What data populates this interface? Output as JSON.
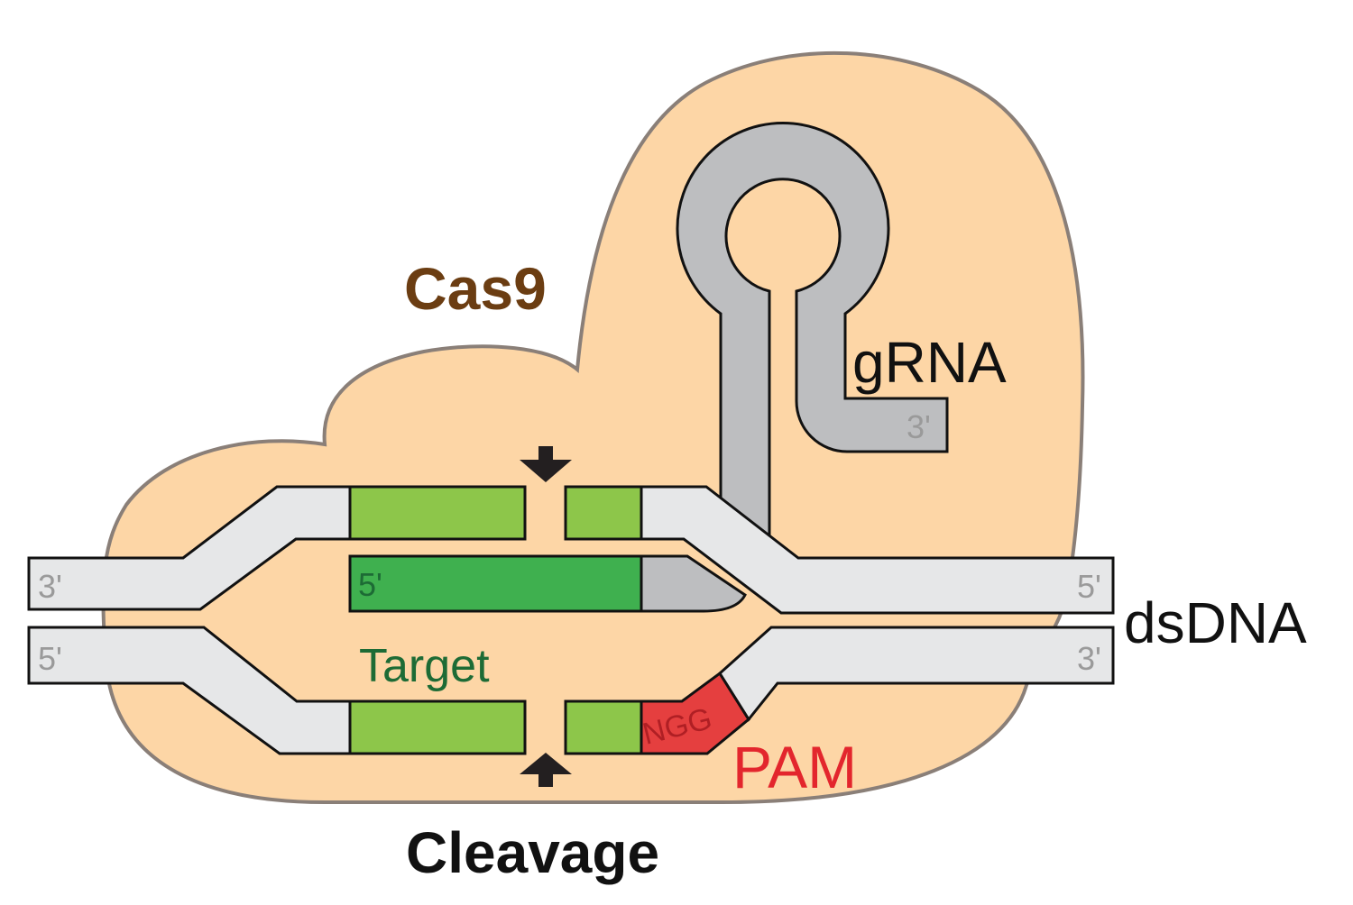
{
  "labels": {
    "cas9": "Cas9",
    "grna": "gRNA",
    "dsdna": "dsDNA",
    "target": "Target",
    "pam": "PAM",
    "ngg": "NGG",
    "cleavage": "Cleavage"
  },
  "ends": {
    "grna_3": "3'",
    "top_left": "3'",
    "top_right": "5'",
    "bottom_left": "5'",
    "bottom_right": "3'",
    "target_rna_5": "5'"
  },
  "colors": {
    "cas9_fill": "#fdd6a6",
    "cas9_stroke": "#8a7f78",
    "cas9_text": "#6b3d12",
    "grna_fill": "#bdbec0",
    "dna_fill": "#e6e7e8",
    "target_light": "#8dc64a",
    "target_dark": "#3fb04f",
    "target_text": "#1d6b35",
    "pam_fill": "#e53f3f",
    "pam_text": "#e3262d",
    "ngg_text": "#b01f24"
  }
}
